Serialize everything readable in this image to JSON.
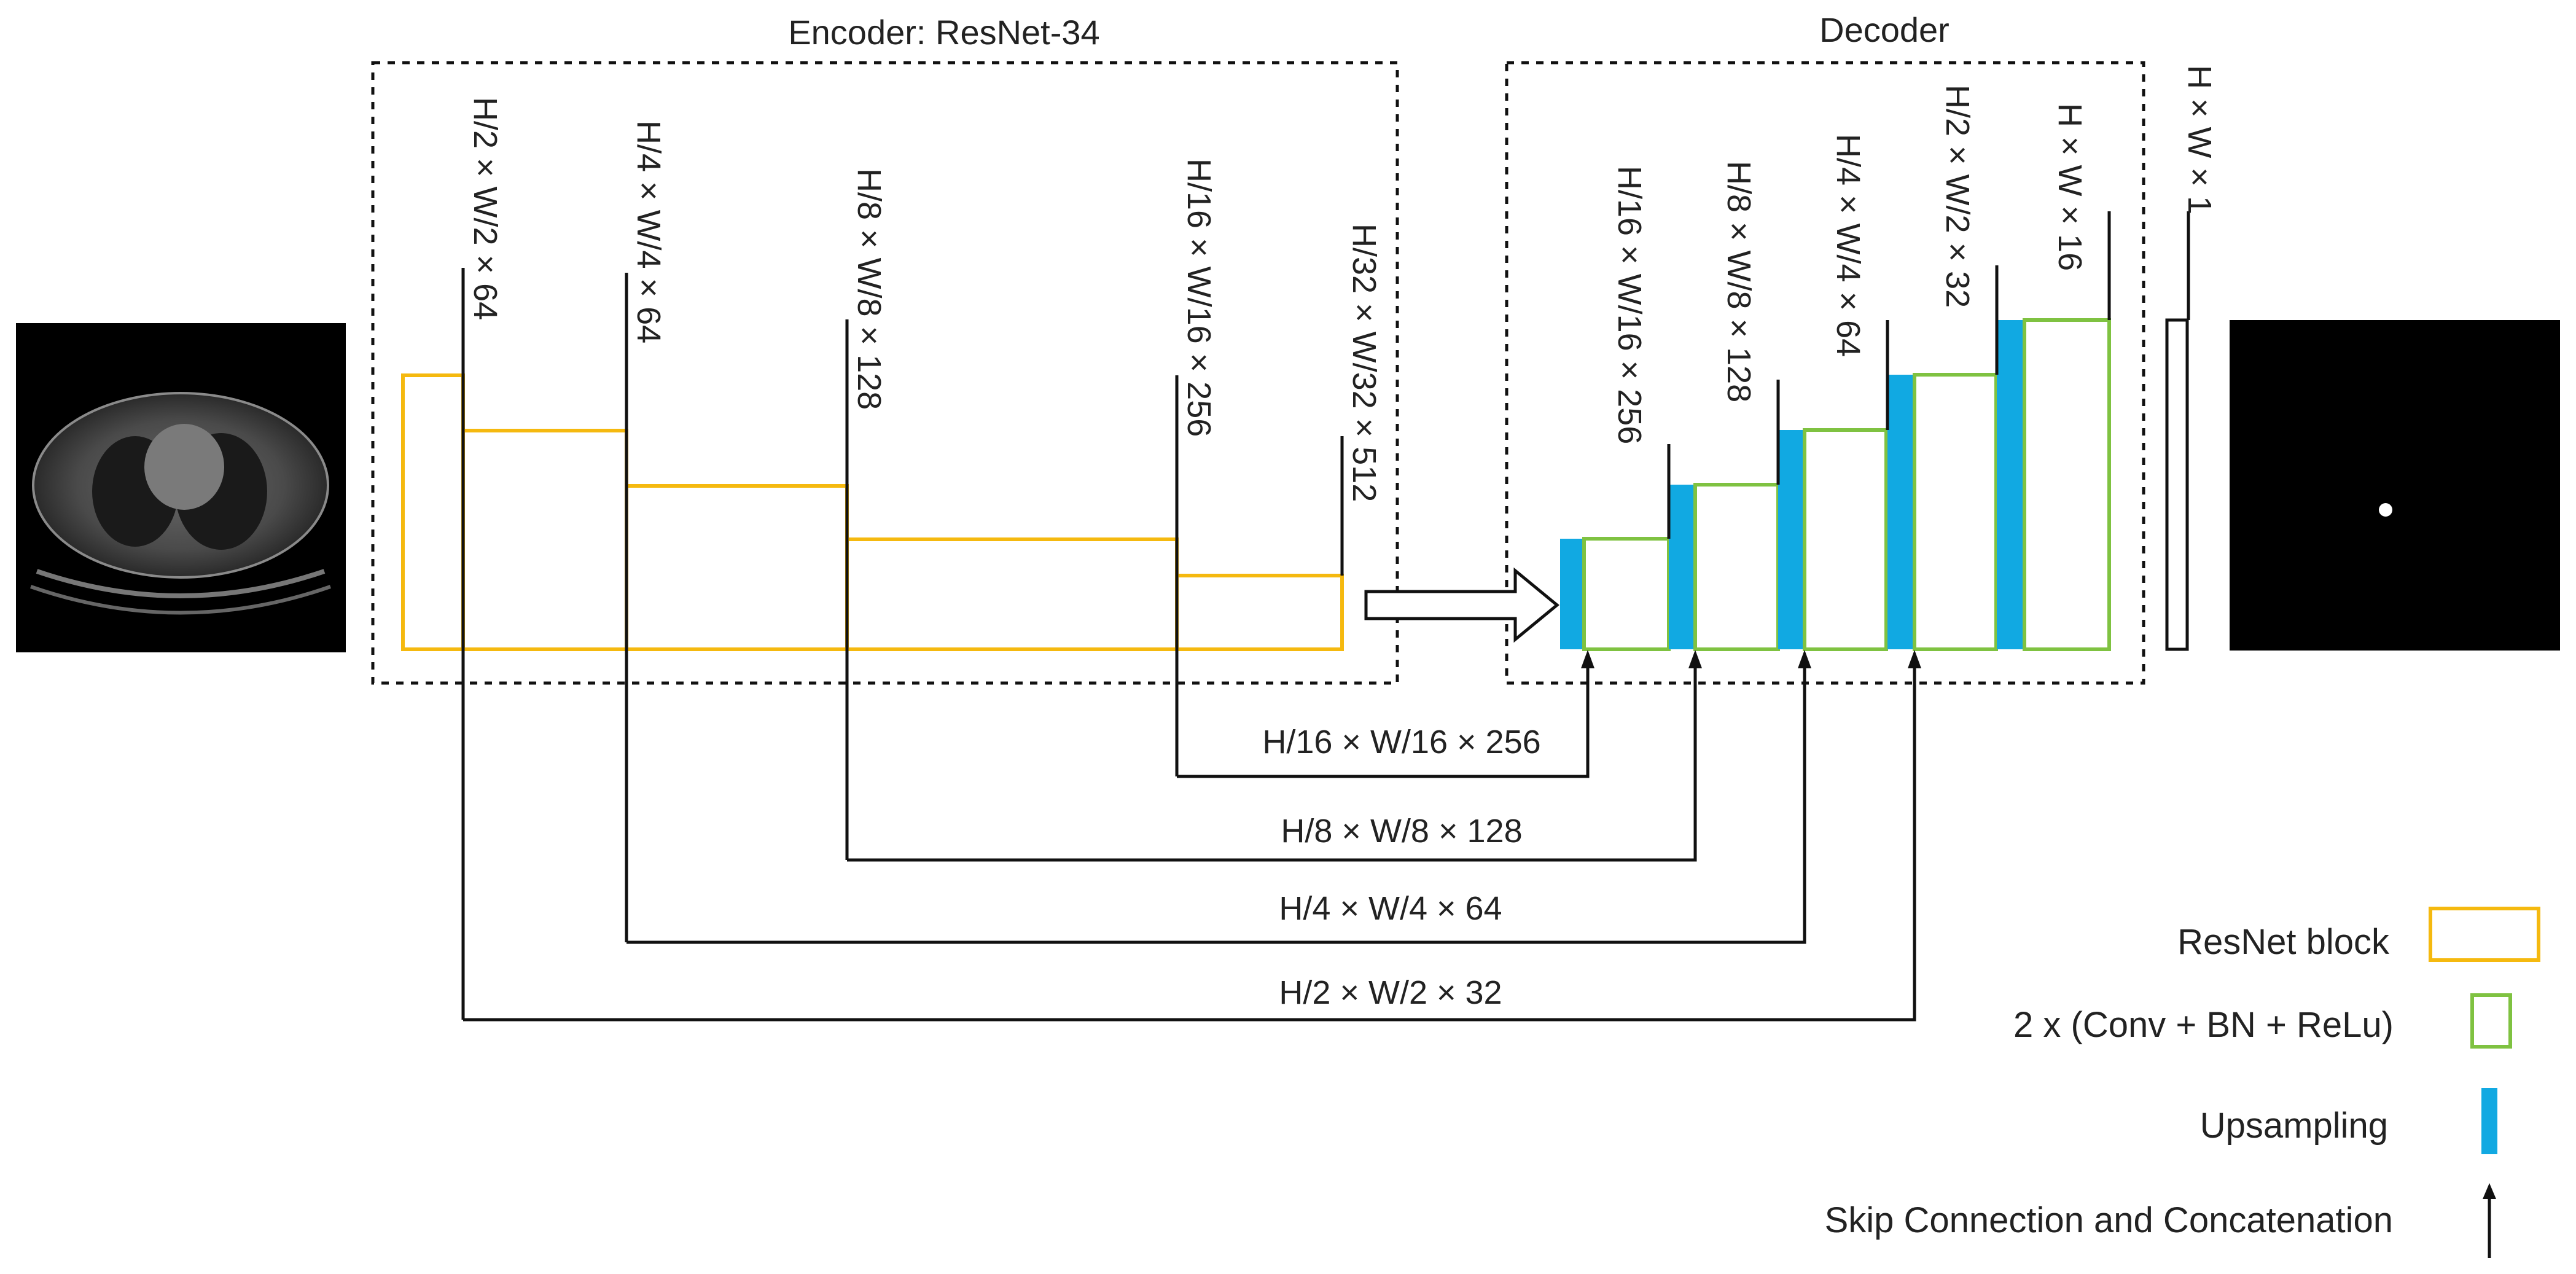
{
  "encoder": {
    "title": "Encoder: ResNet-34",
    "dims": [
      "H/2 × W/2 × 64",
      "H/4 × W/4 × 64",
      "H/8 × W/8 × 128",
      "H/16 × W/16 × 256",
      "H/32 × W/32 × 512"
    ]
  },
  "decoder": {
    "title": "Decoder",
    "dims": [
      "H/16 × W/16 × 256",
      "H/8 × W/8 × 128",
      "H/4 × W/4 × 64",
      "H/2 × W/2 × 32",
      "H × W × 16"
    ]
  },
  "output_dim": "H × W × 1",
  "skips": [
    "H/16 × W/16 × 256",
    "H/8 × W/8 × 128",
    "H/4 × W/4 × 64",
    "H/2 × W/2 × 32"
  ],
  "legend": {
    "resnet": "ResNet block",
    "conv": "2 x (Conv + BN + ReLu)",
    "upsampling": "Upsampling",
    "skip": "Skip Connection and Concatenation"
  },
  "colors": {
    "resnet": "#f5b90f",
    "conv": "#7fc241",
    "upsampling": "#11a9e2",
    "line": "#111111"
  }
}
